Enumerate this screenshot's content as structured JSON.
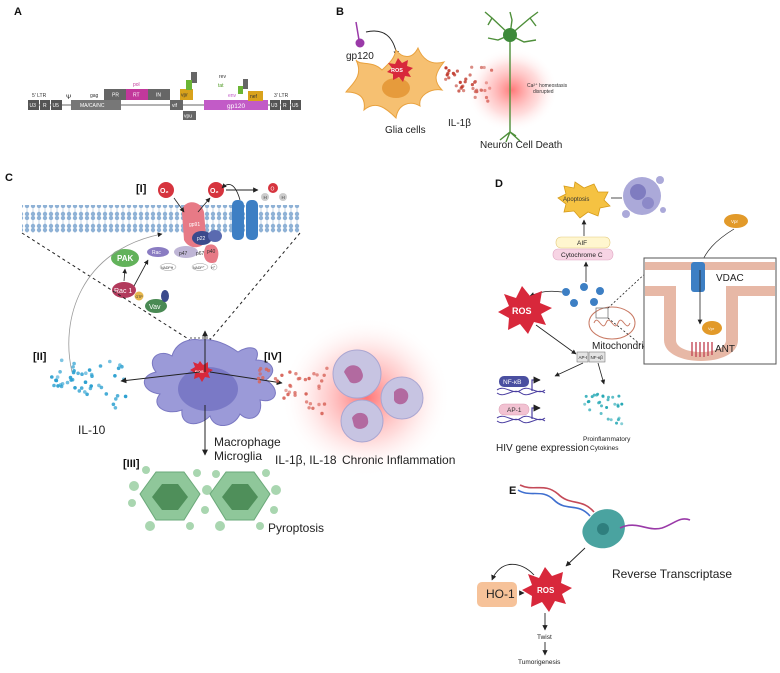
{
  "panels": {
    "a": "A",
    "b": "B",
    "c": "C",
    "d": "D",
    "e": "E"
  },
  "genome": {
    "ltr5": "5' LTR",
    "psi": "Ψ",
    "u3": "U3",
    "r": "R",
    "u5": "U5",
    "gag": "gag",
    "pol": "pol",
    "pr": "PR",
    "rt": "RT",
    "in": "IN",
    "macanc": "MA/CA/NC",
    "vif": "vif",
    "vpr": "vpr",
    "vpu": "vpu",
    "rev": "rev",
    "tat": "tat",
    "env": "env",
    "gp120": "gp120",
    "nef": "nef",
    "ltr3": "3' LTR"
  },
  "panel_b": {
    "gp120": "gp120",
    "ros": "ROS",
    "glia": "Glia cells",
    "il1b": "IL-1β",
    "ca": "Ca²⁺ homeostasis",
    "disrupted": "disrupted",
    "neuron": "Neuron Cell Death"
  },
  "panel_c": {
    "i": "[I]",
    "ii": "[II]",
    "iii": "[III]",
    "iv": "[IV]",
    "o2": "O₂",
    "o2b": "O₂",
    "h": "H",
    "o": "O",
    "gp91": "gp91",
    "p22": "p22",
    "rac": "Rac",
    "p47": "p47",
    "p40": "p40",
    "p67": "p67",
    "nadph1": "NADPH",
    "nadph2": "NADP⁺",
    "hplus": "H⁺",
    "pak": "PAK",
    "rac1": "Rac 1",
    "gtp": "GTP",
    "vav": "Vav",
    "ros": "ROS",
    "il10": "IL-10",
    "macrophage": "Macrophage",
    "microglia": "Microglia",
    "il1b18": "IL-1β, IL-18",
    "chronic": "Chronic Inflammation",
    "pyroptosis": "Pyroptosis"
  },
  "panel_d": {
    "apoptosis": "Apoptosis",
    "aif": "AIF",
    "cytc": "Cytochrome C",
    "ros": "ROS",
    "mito": "Mitochondria",
    "ap1": "AP-I",
    "nfkb": "NF-κβ",
    "nfkb2": "NF-κB",
    "ap1b": "AP-1",
    "hiv": "HIV gene expression",
    "pro1": "Proinflammatory",
    "pro2": "Cytokines",
    "vdac": "VDAC",
    "ant": "ANT",
    "vpr": "Vpr",
    "vpr2": "Vpr"
  },
  "panel_e": {
    "rt": "Reverse Transcriptase",
    "ho1": "HO-1",
    "ros": "ROS",
    "twist": "Twist",
    "tumor": "Tumorigenesis"
  }
}
